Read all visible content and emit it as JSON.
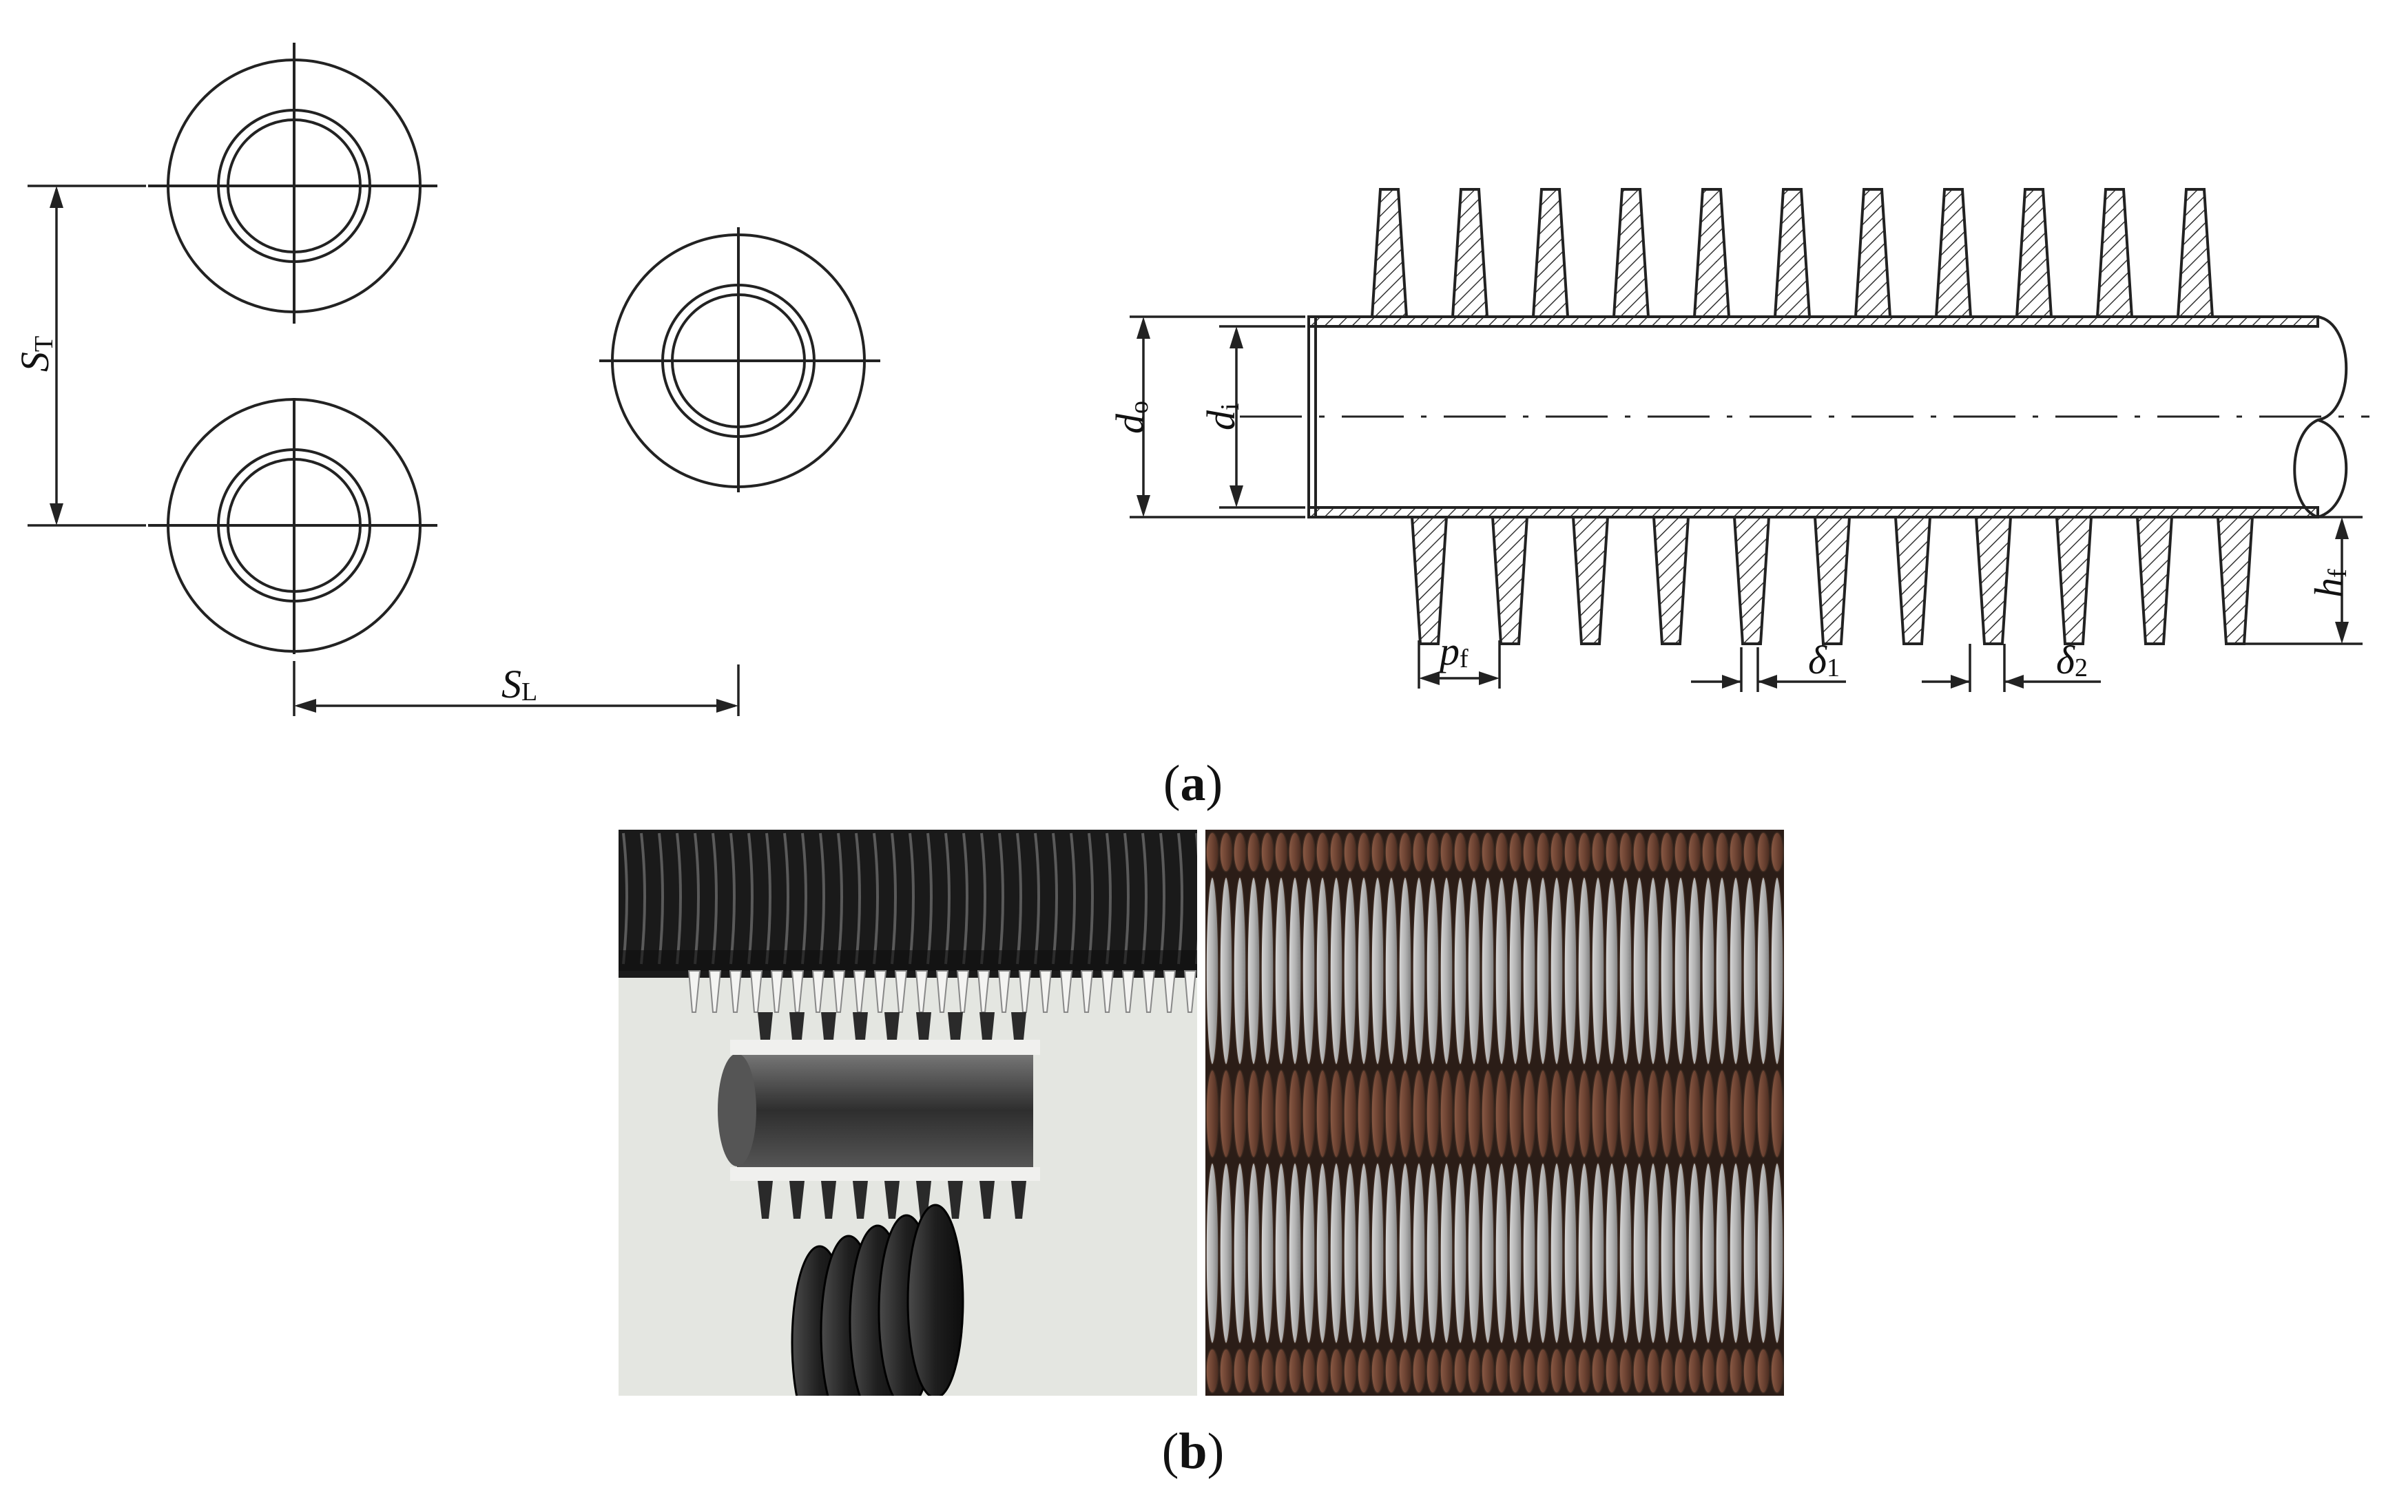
{
  "caption_a": {
    "open": "(",
    "letter": "a",
    "close": ")"
  },
  "caption_b": {
    "open": "(",
    "letter": "b",
    "close": ")"
  },
  "labels": {
    "st": {
      "main": "S",
      "sub": "T"
    },
    "sl": {
      "main": "S",
      "sub": "L"
    },
    "do": {
      "main": "d",
      "sub": "o"
    },
    "di": {
      "main": "d",
      "sub": "i"
    },
    "pf": {
      "main": "p",
      "sub": "f"
    },
    "hf": {
      "main": "h",
      "sub": "f"
    },
    "delta1": {
      "main": "δ",
      "sub": "1"
    },
    "delta2": {
      "main": "δ",
      "sub": "2"
    }
  },
  "fin_count_per_side": 11,
  "colors": {
    "line": "#222222",
    "hatch": "#333333"
  }
}
